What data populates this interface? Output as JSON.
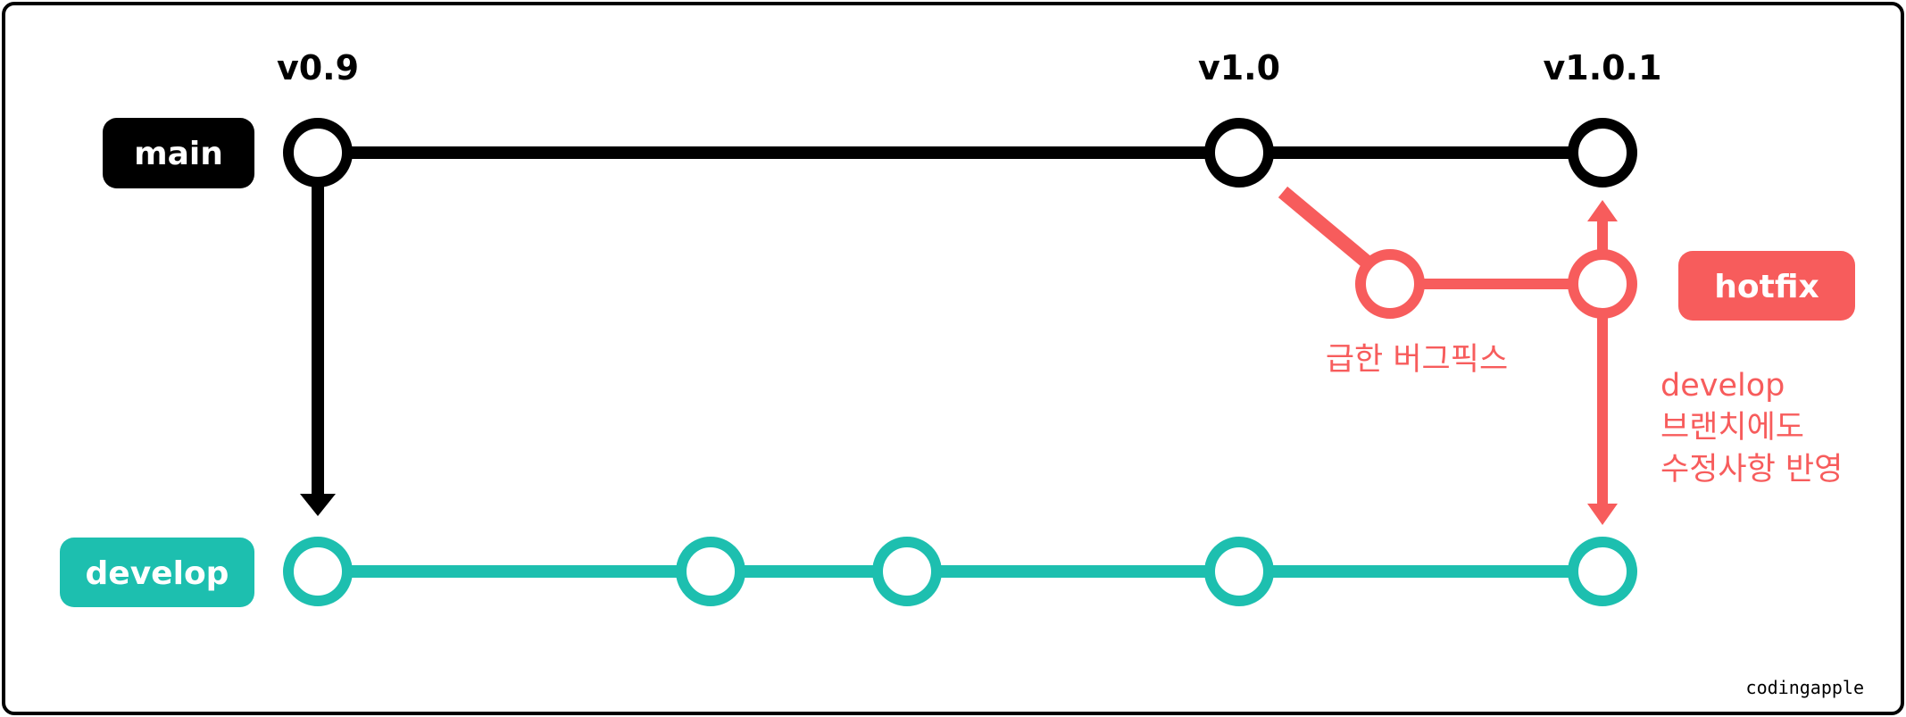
{
  "colors": {
    "main": "#000000",
    "develop": "#1dbfaf",
    "hotfix": "#f75c5c",
    "background": "#ffffff"
  },
  "branches": {
    "main": {
      "label": "main"
    },
    "develop": {
      "label": "develop"
    },
    "hotfix": {
      "label": "hotfix"
    }
  },
  "versions": {
    "v09": "v0.9",
    "v10": "v1.0",
    "v101": "v1.0.1"
  },
  "annotations": {
    "bugfix": "급한 버그픽스",
    "develop_reflect_line1": "develop",
    "develop_reflect_line2": "브랜치에도",
    "develop_reflect_line3": "수정사항 반영"
  },
  "watermark": "codingapple"
}
